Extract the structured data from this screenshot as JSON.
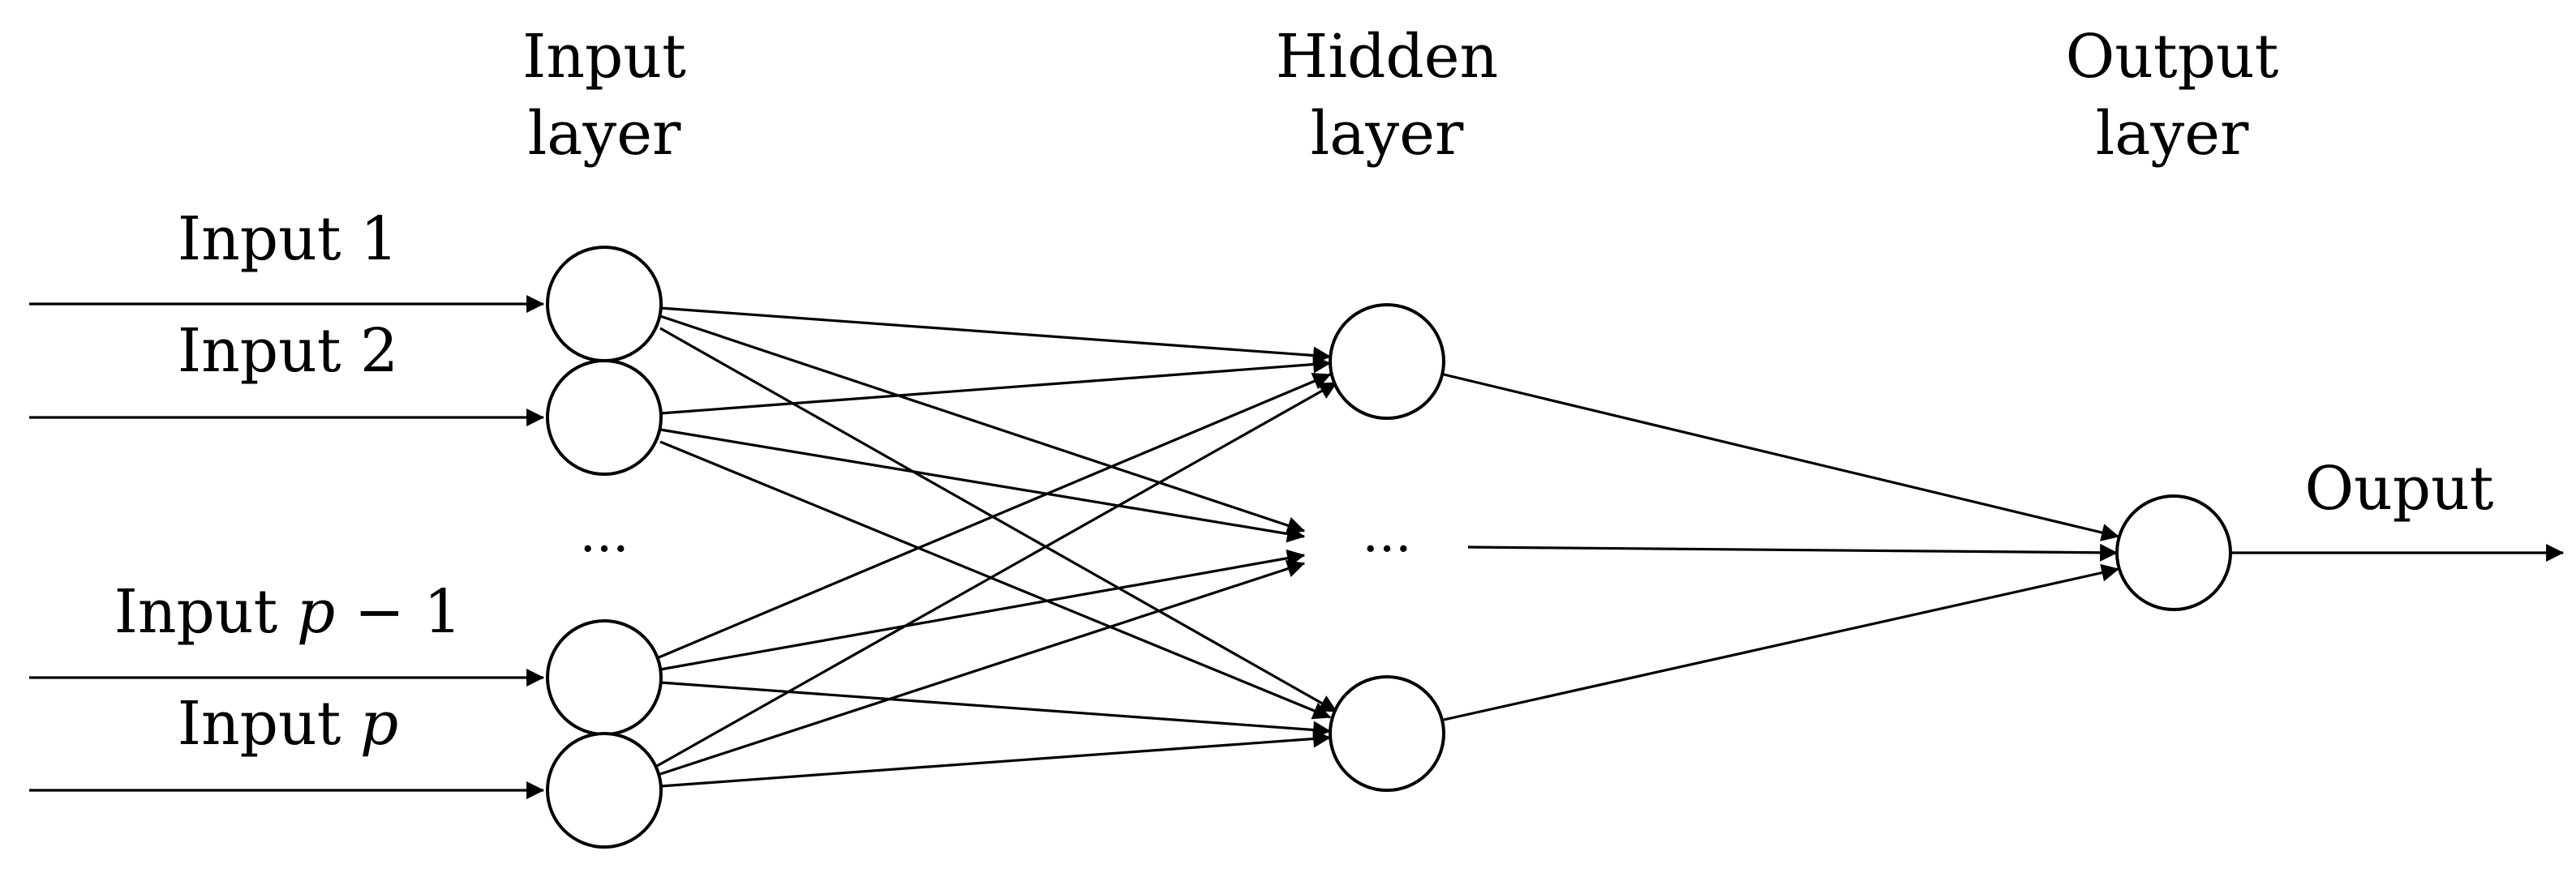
{
  "layers": {
    "input": {
      "title_line1": "Input",
      "title_line2": "layer"
    },
    "hidden": {
      "title_line1": "Hidden",
      "title_line2": "layer"
    },
    "output": {
      "title_line1": "Output",
      "title_line2": "layer"
    }
  },
  "inputs": {
    "input_1": {
      "prefix": "Input 1",
      "var": "",
      "suffix": ""
    },
    "input_2": {
      "prefix": "Input 2",
      "var": "",
      "suffix": ""
    },
    "input_p_minus_1": {
      "prefix": "Input ",
      "var": "p",
      "suffix": " − 1"
    },
    "input_p": {
      "prefix": "Input ",
      "var": "p",
      "suffix": ""
    }
  },
  "ellipsis": "...",
  "output_label": "Ouput",
  "colors": {
    "stroke": "#000000",
    "background": "#ffffff"
  }
}
